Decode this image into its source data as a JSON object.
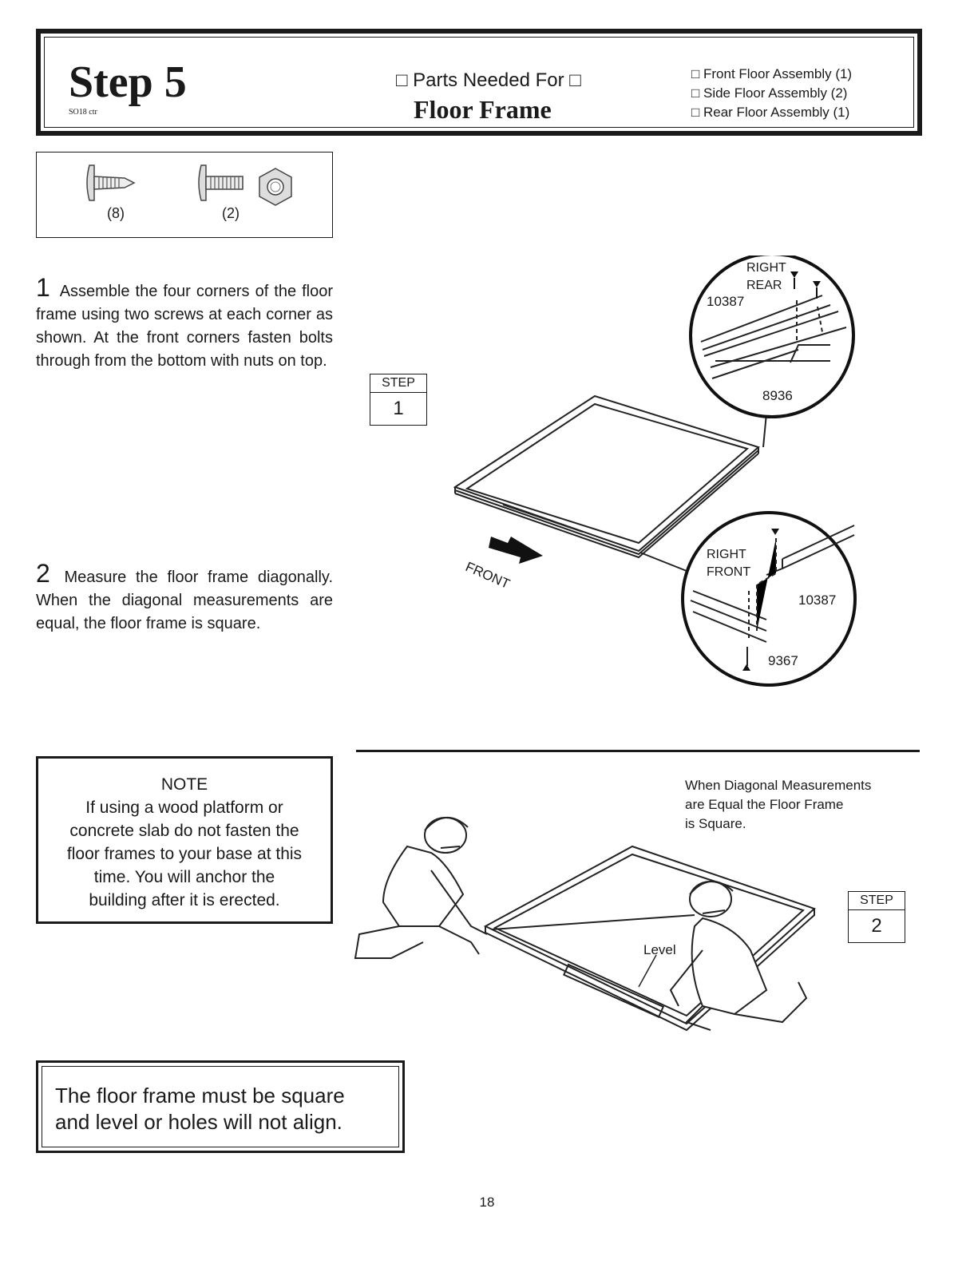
{
  "header": {
    "step_title": "Step 5",
    "step_code": "SO18 ctr",
    "parts_needed": "□ Parts Needed For □",
    "parts_title": "Floor Frame",
    "parts_list": [
      "□ Front Floor Assembly (1)",
      "□ Side Floor Assembly (2)",
      "□ Rear Floor Assembly (1)"
    ]
  },
  "hardware": {
    "screw_count": "(8)",
    "bolt_count": "(2)"
  },
  "instructions": [
    {
      "num": "1",
      "text": "Assemble the four corners of the floor frame using two screws at each corner as shown. At the front corners fasten bolts through from the bottom with nuts on top."
    },
    {
      "num": "2",
      "text": "Measure the floor frame diagonally. When the diagonal measurements are equal, the floor frame is square."
    }
  ],
  "step1_badge": {
    "label": "STEP",
    "value": "1"
  },
  "step2_badge": {
    "label": "STEP",
    "value": "2"
  },
  "diagram1": {
    "rear_detail": {
      "label_line1": "RIGHT",
      "label_line2": "REAR",
      "part_a": "10387",
      "part_b": "8936"
    },
    "front_detail": {
      "label_line1": "RIGHT",
      "label_line2": "FRONT",
      "part_a": "10387",
      "part_b": "9367"
    },
    "front_label": "FRONT"
  },
  "diagram2": {
    "caption_line1": "When Diagonal Measurements",
    "caption_line2": "are Equal the Floor Frame",
    "caption_line3": "is Square.",
    "level_label": "Level"
  },
  "note": {
    "title": "NOTE",
    "line1": "If using a wood platform or",
    "line2": "concrete slab do not fasten the",
    "line3": "floor frames to your base at this",
    "line4": "time. You will anchor the",
    "line5": "building after it is erected."
  },
  "warning": {
    "line1": "The floor frame must be square",
    "line2": "and level or holes will not align."
  },
  "page_number": "18"
}
